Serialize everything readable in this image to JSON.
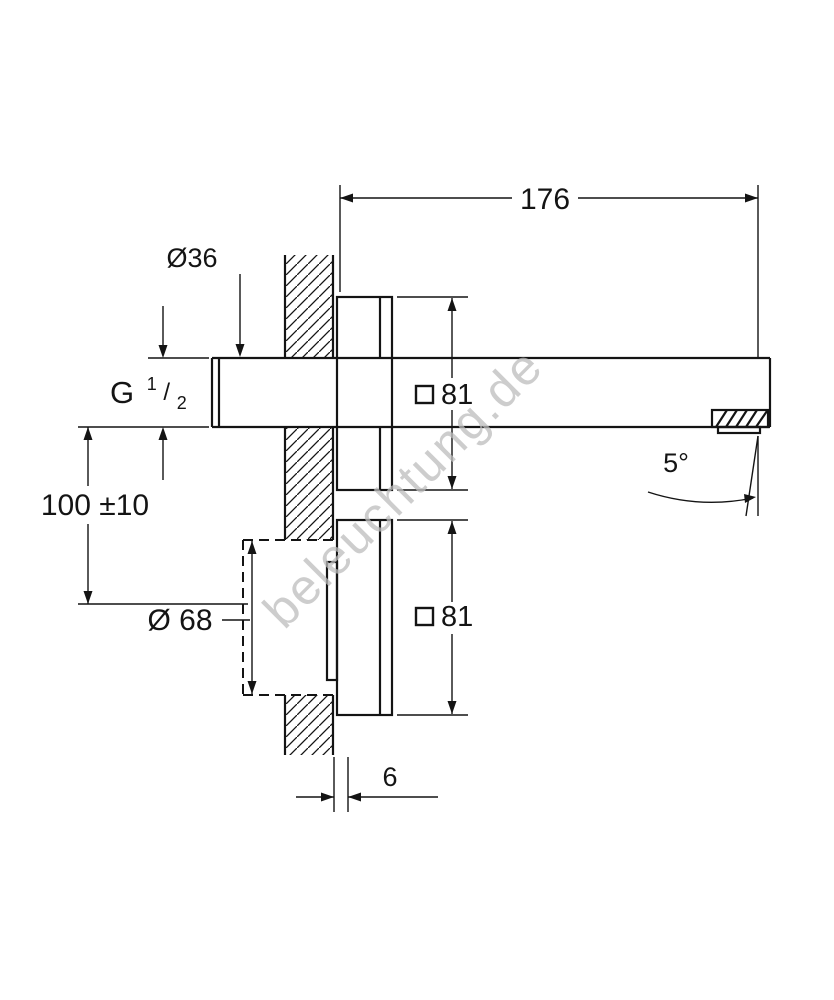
{
  "watermark": "beleuchtung.de",
  "drawing": {
    "labels": {
      "spout_length": "176",
      "spout_diameter": "Ø36",
      "thread_prefix": "G",
      "thread_numerator": "1",
      "thread_slash": "/",
      "thread_denominator": "2",
      "vertical_distance": "100 ±10",
      "recess_diameter": "Ø 68",
      "plate_size_top": "81",
      "plate_size_bottom": "81",
      "spray_angle": "5°",
      "wall_offset": "6"
    }
  },
  "colors": {
    "line": "#141414",
    "watermark": "#bdbdbd",
    "background": "#ffffff"
  }
}
